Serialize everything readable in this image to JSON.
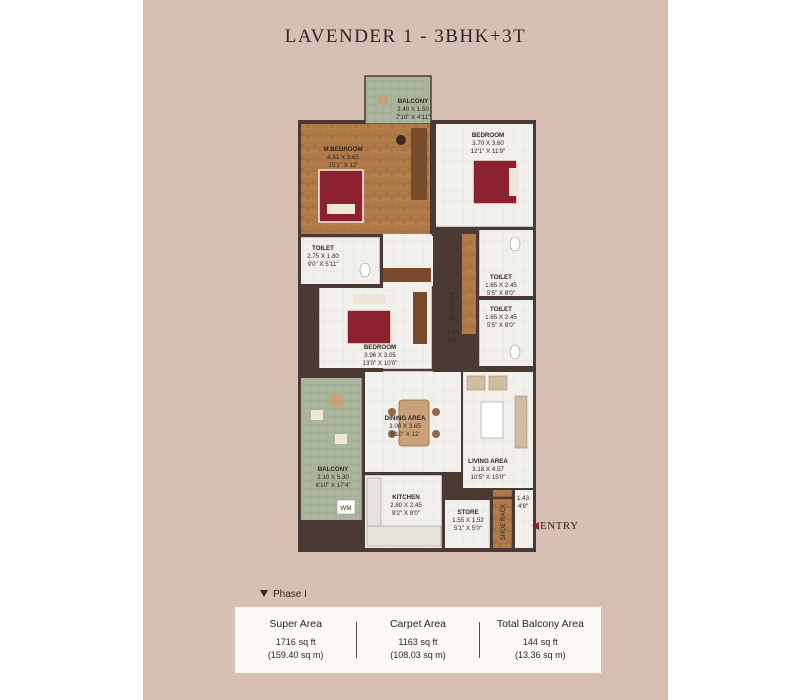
{
  "title": "LAVENDER 1 - 3BHK+3T",
  "entry_label": "ENTRY",
  "phase_label": "Phase I",
  "colors": {
    "panel_bg": "#d8bfb4",
    "wood_floor": "#b07a48",
    "tile_floor": "#f2f0ec",
    "bed_color": "#8c2130",
    "sofa_color": "#cdbba2",
    "wall_color": "#4a3a33",
    "balcony_green": "#a9b59c"
  },
  "rooms": [
    {
      "id": "balcony_top",
      "name": "BALCONY",
      "dims_m": "2.40 X 1.50",
      "dims_ft": "7'10\" X 4'11\""
    },
    {
      "id": "master_bedroom",
      "name": "M.BEDROOM",
      "dims_m": "4.61 X 3.65",
      "dims_ft": "15'1\" X 12'"
    },
    {
      "id": "bedroom_2",
      "name": "BEDROOM",
      "dims_m": "3.70 X 3.60",
      "dims_ft": "12'1\" X 11'9\""
    },
    {
      "id": "toilet_1",
      "name": "TOILET",
      "dims_m": "2.75 X 1.80",
      "dims_ft": "9'0\" X 5'11\""
    },
    {
      "id": "toilet_2",
      "name": "TOILET",
      "dims_m": "1.65 X 2.45",
      "dims_ft": "5'5\" X 8'0\""
    },
    {
      "id": "toilet_3",
      "name": "TOILET",
      "dims_m": "1.65 X 2.45",
      "dims_ft": "5'5\" X 8'0\""
    },
    {
      "id": "passage",
      "name": "PASSAGE",
      "dims_m": "1.60",
      "dims_ft": "5'3\""
    },
    {
      "id": "bedroom_3",
      "name": "BEDROOM",
      "dims_m": "3.96 X 3.05",
      "dims_ft": "13'0\" X 10'0\""
    },
    {
      "id": "dining",
      "name": "DINING AREA",
      "dims_m": "3.00 X 3.65",
      "dims_ft": "9'10\" X 12'"
    },
    {
      "id": "balcony_side",
      "name": "BALCONY",
      "dims_m": "2.10 X 5.30",
      "dims_ft": "6'10\" X 17'4\""
    },
    {
      "id": "living",
      "name": "LIVING AREA",
      "dims_m": "3.18 X 4.57",
      "dims_ft": "10'5\" X 15'0\""
    },
    {
      "id": "kitchen",
      "name": "KITCHEN",
      "dims_m": "2.80 X 2.45",
      "dims_ft": "9'2\" X 8'0\""
    },
    {
      "id": "store",
      "name": "STORE",
      "dims_m": "1.55 X 1.52",
      "dims_ft": "5'1\" X 5'0\""
    },
    {
      "id": "shoe_rack",
      "name": "SHOE RACK",
      "dims_m": "1.43",
      "dims_ft": "4'8\""
    }
  ],
  "fixtures": {
    "wm": "WM"
  },
  "areas": [
    {
      "label": "Super Area",
      "value": "1716",
      "unit": "sq ft",
      "sqm": "(159.40 sq m)"
    },
    {
      "label": "Carpet Area",
      "value": "1163",
      "unit": "sq ft",
      "sqm": "(108.03 sq m)"
    },
    {
      "label": "Total Balcony Area",
      "value": "144",
      "unit": "sq ft",
      "sqm": "(13.36 sq m)"
    }
  ]
}
